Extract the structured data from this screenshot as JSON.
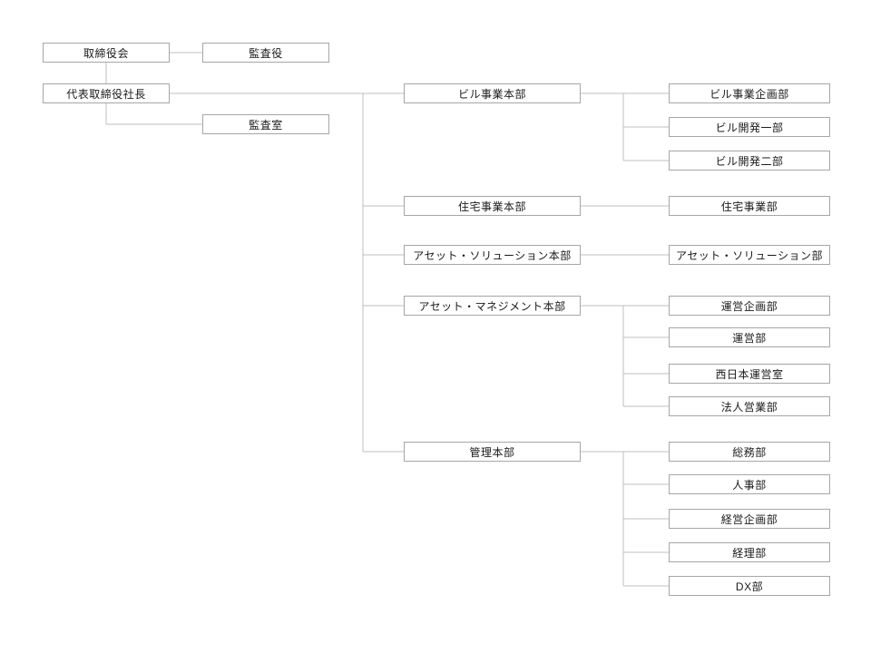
{
  "colors": {
    "box_border": "#a6a6a6",
    "connector": "#bfbfbf",
    "text": "#1a1a1a",
    "background": "#ffffff"
  },
  "org_chart": {
    "governance": {
      "board": "取締役会",
      "auditor": "監査役",
      "president": "代表取締役社長",
      "audit_office": "監査室"
    },
    "divisions": [
      {
        "label": "ビル事業本部",
        "departments": [
          "ビル事業企画部",
          "ビル開発一部",
          "ビル開発二部"
        ]
      },
      {
        "label": "住宅事業本部",
        "departments": [
          "住宅事業部"
        ]
      },
      {
        "label": "アセット・ソリューション本部",
        "departments": [
          "アセット・ソリューション部"
        ]
      },
      {
        "label": "アセット・マネジメント本部",
        "departments": [
          "運営企画部",
          "運営部",
          "西日本運営室",
          "法人営業部"
        ]
      },
      {
        "label": "管理本部",
        "departments": [
          "総務部",
          "人事部",
          "経営企画部",
          "経理部",
          "DX部"
        ]
      }
    ]
  }
}
